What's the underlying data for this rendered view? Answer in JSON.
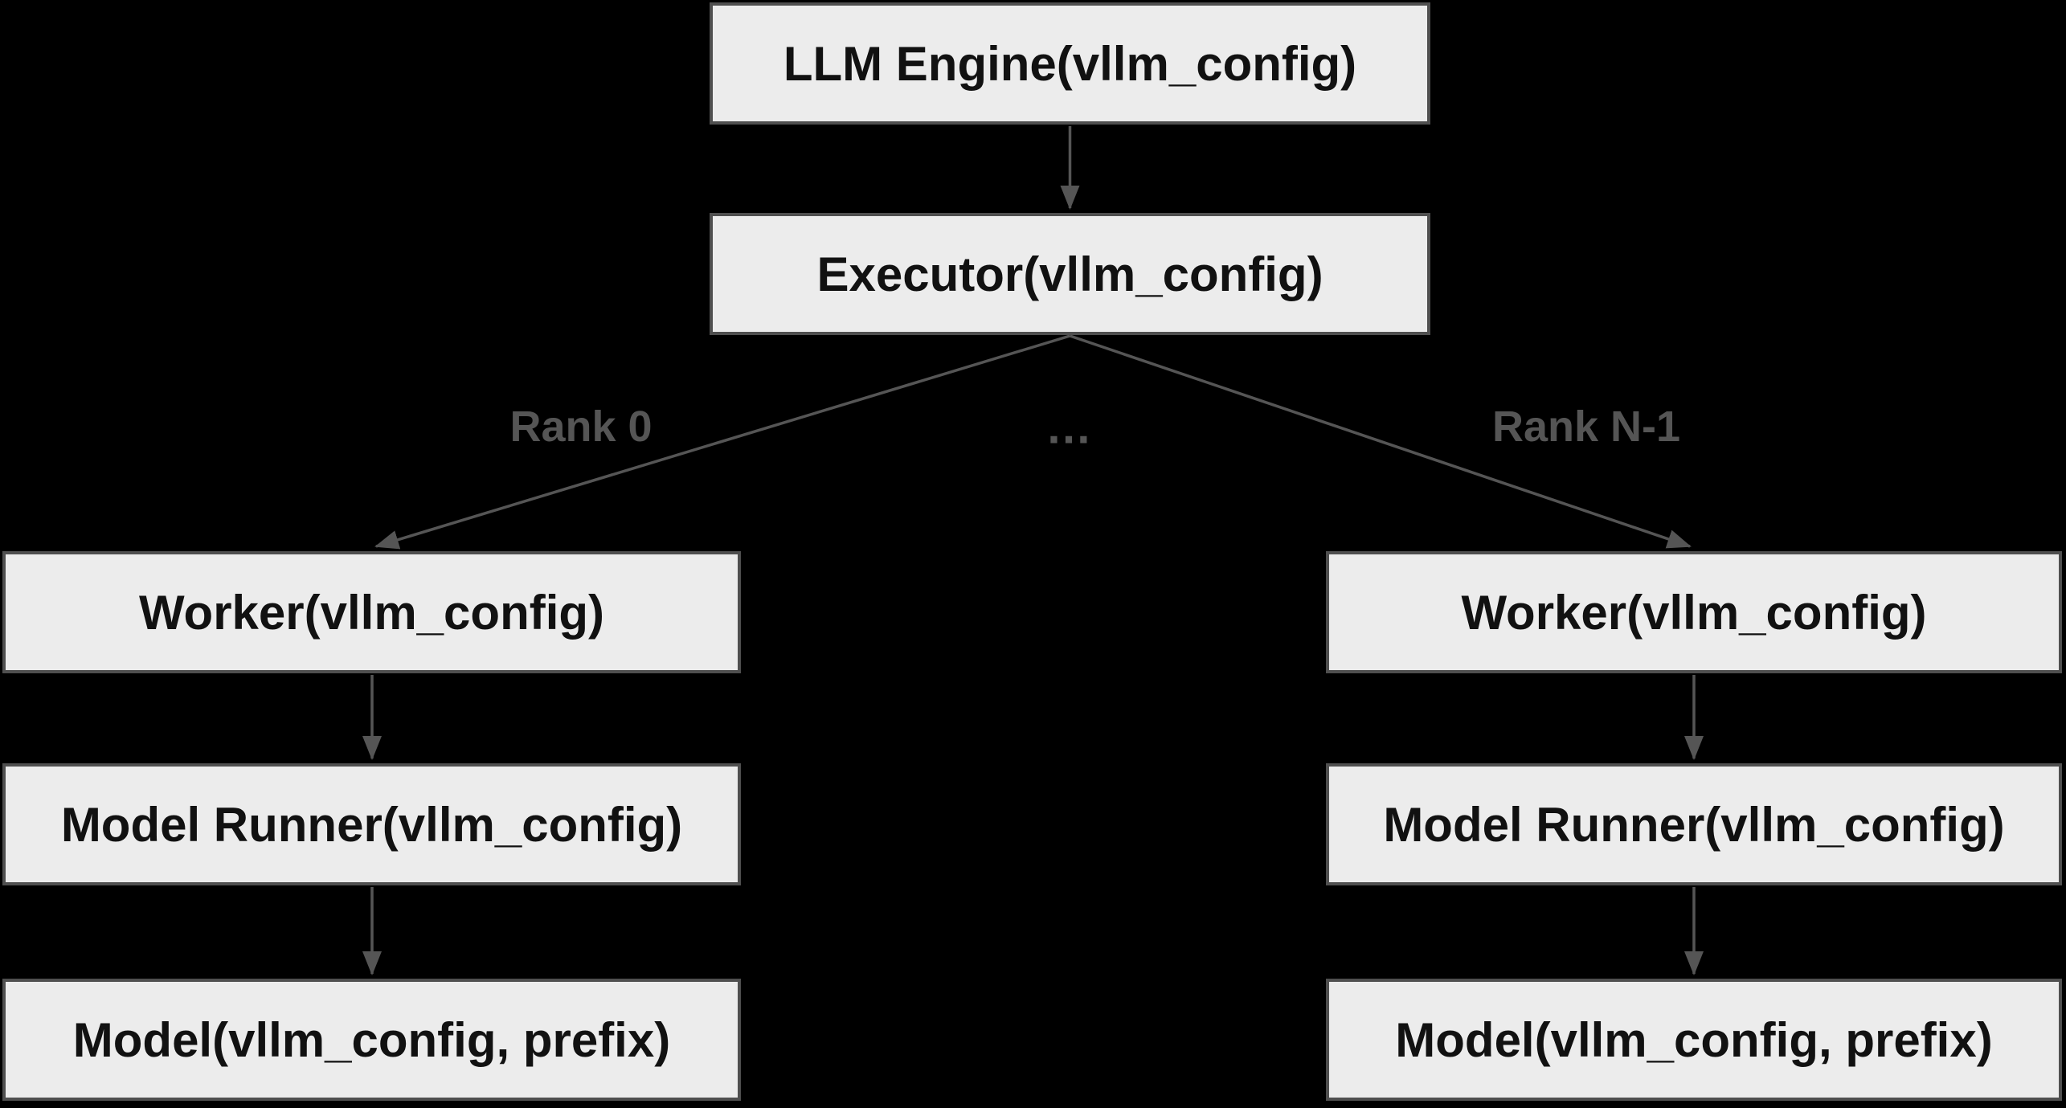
{
  "diagram": {
    "nodes": {
      "llm_engine": {
        "label": "LLM Engine(vllm_config)"
      },
      "executor": {
        "label": "Executor(vllm_config)"
      },
      "worker_rank0": {
        "label": "Worker(vllm_config)"
      },
      "model_runner_rank0": {
        "label": "Model Runner(vllm_config)"
      },
      "model_rank0": {
        "label": "Model(vllm_config, prefix)"
      },
      "worker_rankn": {
        "label": "Worker(vllm_config)"
      },
      "model_runner_rankn": {
        "label": "Model Runner(vllm_config)"
      },
      "model_rankn": {
        "label": "Model(vllm_config, prefix)"
      }
    },
    "edge_labels": {
      "rank_0": "Rank 0",
      "ellipsis": "…",
      "rank_n_minus_1": "Rank N-1"
    },
    "colors": {
      "background": "#000000",
      "node_fill": "#ececec",
      "node_border": "#4f4f4f",
      "node_text": "#111111",
      "edge": "#555555",
      "edge_label": "#555555"
    }
  }
}
